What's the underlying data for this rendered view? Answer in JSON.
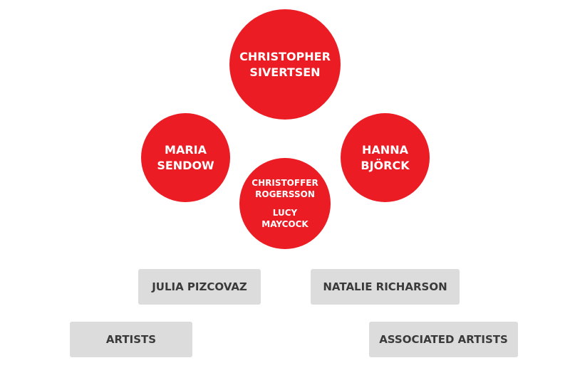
{
  "circles": {
    "top": {
      "line1": "CHRISTOPHER",
      "line2": "SIVERTSEN"
    },
    "left": {
      "line1": "MARIA",
      "line2": "SENDOW"
    },
    "right": {
      "line1": "HANNA",
      "line2": "BJÖRCK"
    },
    "center": {
      "name1_line1": "CHRISTOFFER",
      "name1_line2": "ROGERSSON",
      "name2_line1": "LUCY",
      "name2_line2": "MAYCOCK"
    }
  },
  "boxes": {
    "julia": "JULIA PIZCOVAZ",
    "natalie": "NATALIE RICHARSON",
    "artists": "ARTISTS",
    "associated": "ASSOCIATED ARTISTS"
  },
  "colors": {
    "circle": "#ec1c24",
    "box": "#dcdcdc",
    "box_text": "#3a3a3a"
  }
}
